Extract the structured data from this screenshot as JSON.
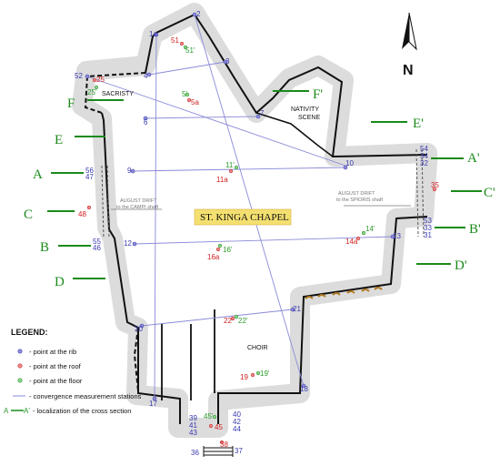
{
  "north": "N",
  "title": "ST. KINGA CHAPEL",
  "rooms": {
    "sacristy": "SACRISTY",
    "nativity_1": "NATIVITY",
    "nativity_2": "SCENE",
    "choir": "CHOIR"
  },
  "drifts": {
    "campi_1": "AUGUST DRIFT",
    "campi_2": "to the CAMPI shaft",
    "spiroris_1": "AUGUST DRIFT",
    "spiroris_2": "to the SPIORIS shaft"
  },
  "sections": {
    "A": "A",
    "A_prime": "A'",
    "B": "B",
    "B_prime": "B'",
    "C": "C",
    "C_prime": "C'",
    "D": "D",
    "D_prime": "D'",
    "E": "E",
    "E_prime": "E'",
    "F": "F",
    "F_prime": "F'"
  },
  "rib_points": {
    "p1a": "1a",
    "p2": "2",
    "p3": "3",
    "p4": "4",
    "p6": "6",
    "p7": "7",
    "p9": "9",
    "p10": "10",
    "p12": "12",
    "p13": "13",
    "p17": "17",
    "p18": "18",
    "p20": "20",
    "p21": "21",
    "p36": "36",
    "p37": "37",
    "p52": "52",
    "s56": "56",
    "s47": "47",
    "s55": "55",
    "s46": "46",
    "s54": "54",
    "s34": "34",
    "s32": "32",
    "s53": "53",
    "s33": "33",
    "s31": "31",
    "s39": "39",
    "s41": "41",
    "s43": "43",
    "s40": "40",
    "s42": "42",
    "s44": "44"
  },
  "roof_points": {
    "r51": "51",
    "r25": "25",
    "r5a": "5a",
    "r11a": "11a",
    "r48": "48",
    "r35": "35",
    "r14a": "14a",
    "r16a": "16a",
    "r22": "22",
    "r19": "19",
    "r45": "45",
    "r38": "38"
  },
  "floor_points": {
    "f51": "51'",
    "f25": "25'",
    "f5": "5'",
    "f11": "11'",
    "f14": "14'",
    "f16": "16'",
    "f22": "22'",
    "f19": "19'",
    "f45": "45'"
  },
  "legend": {
    "title": "LEGEND:",
    "rib": "- point at the rib",
    "roof": "- point at the roof",
    "floor": "- point at the floor",
    "stations": "- convergence measurement stations",
    "section": "- localization of the cross section",
    "section_marker": "A",
    "section_marker_prime": "A'"
  },
  "colors": {
    "rib": "#4a4ab0",
    "roof": "#d02020",
    "floor": "#2a9a2a",
    "section_line": "#1a8a1a",
    "chapel_label_bg": "#f4e070",
    "halo": "#d8d8d8"
  }
}
